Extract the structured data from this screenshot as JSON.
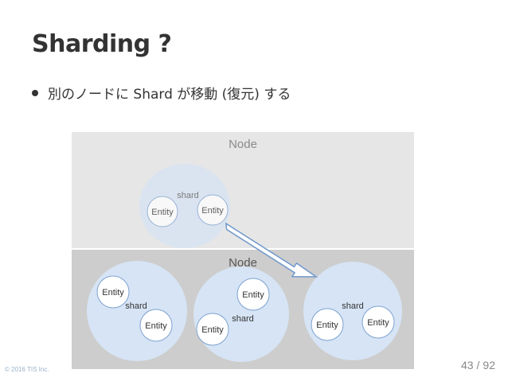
{
  "slide": {
    "title": "Sharding ?",
    "bullet": "別のノードに Shard が移動 (復元) する"
  },
  "diagram": {
    "top_node": {
      "label": "Node",
      "shards": [
        {
          "label": "shard",
          "entities": [
            "Entity",
            "Entity"
          ]
        }
      ]
    },
    "bottom_node": {
      "label": "Node",
      "shards": [
        {
          "label": "shard",
          "entities": [
            "Entity",
            "Entity"
          ]
        },
        {
          "label": "shard",
          "entities": [
            "Entity",
            "Entity"
          ]
        },
        {
          "label": "shard",
          "entities": [
            "Entity",
            "Entity"
          ]
        }
      ]
    },
    "colors": {
      "top_node_fill": "#e6e6e6",
      "bottom_node_fill": "#cdcdcd",
      "shard_fill": "#d6e4f5",
      "entity_fill": "#ffffff",
      "entity_stroke": "#7ea2cf",
      "arrow_fill": "#ffffff",
      "arrow_stroke": "#6f98cc"
    }
  },
  "footer": {
    "copyright": "© 2016 TIS Inc.",
    "page_current": "43",
    "page_total": "92"
  }
}
